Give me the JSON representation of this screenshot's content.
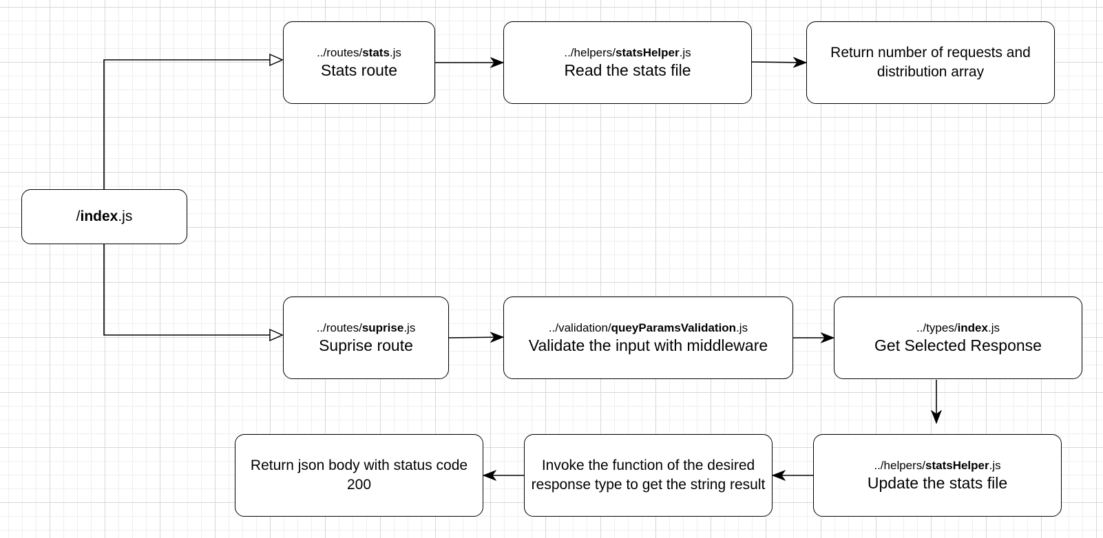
{
  "nodes": {
    "index": {
      "prefix": "/",
      "bold": "index",
      "suffix": ".js"
    },
    "stats_route": {
      "prefix": "../routes/",
      "bold": "stats",
      "suffix": ".js",
      "label": "Stats route"
    },
    "stats_helper_read": {
      "prefix": "../helpers/",
      "bold": "statsHelper",
      "suffix": ".js",
      "label": "Read the stats file"
    },
    "stats_return": {
      "text": "Return number of requests and distribution array"
    },
    "suprise_route": {
      "prefix": "../routes/",
      "bold": "suprise",
      "suffix": ".js",
      "label": "Suprise route"
    },
    "validation": {
      "prefix": "../validation/",
      "bold": "queyParamsValidation",
      "suffix": ".js",
      "label": "Validate the input with middleware"
    },
    "types": {
      "prefix": "../types/",
      "bold": "index",
      "suffix": ".js",
      "label": "Get Selected Response"
    },
    "stats_helper_update": {
      "prefix": "../helpers/",
      "bold": "statsHelper",
      "suffix": ".js",
      "label": "Update the stats file"
    },
    "invoke": {
      "text": "Invoke the function of the desired response type to get the string result"
    },
    "return_json": {
      "text": "Return json body with status code 200"
    }
  },
  "edges": [
    {
      "from": "index",
      "to": "stats_route",
      "arrow": "open-triangle"
    },
    {
      "from": "index",
      "to": "suprise_route",
      "arrow": "open-triangle"
    },
    {
      "from": "stats_route",
      "to": "stats_helper_read",
      "arrow": "filled"
    },
    {
      "from": "stats_helper_read",
      "to": "stats_return",
      "arrow": "filled"
    },
    {
      "from": "suprise_route",
      "to": "validation",
      "arrow": "filled"
    },
    {
      "from": "validation",
      "to": "types",
      "arrow": "filled"
    },
    {
      "from": "types",
      "to": "stats_helper_update",
      "arrow": "filled"
    },
    {
      "from": "stats_helper_update",
      "to": "invoke",
      "arrow": "filled"
    },
    {
      "from": "invoke",
      "to": "return_json",
      "arrow": "filled"
    }
  ]
}
